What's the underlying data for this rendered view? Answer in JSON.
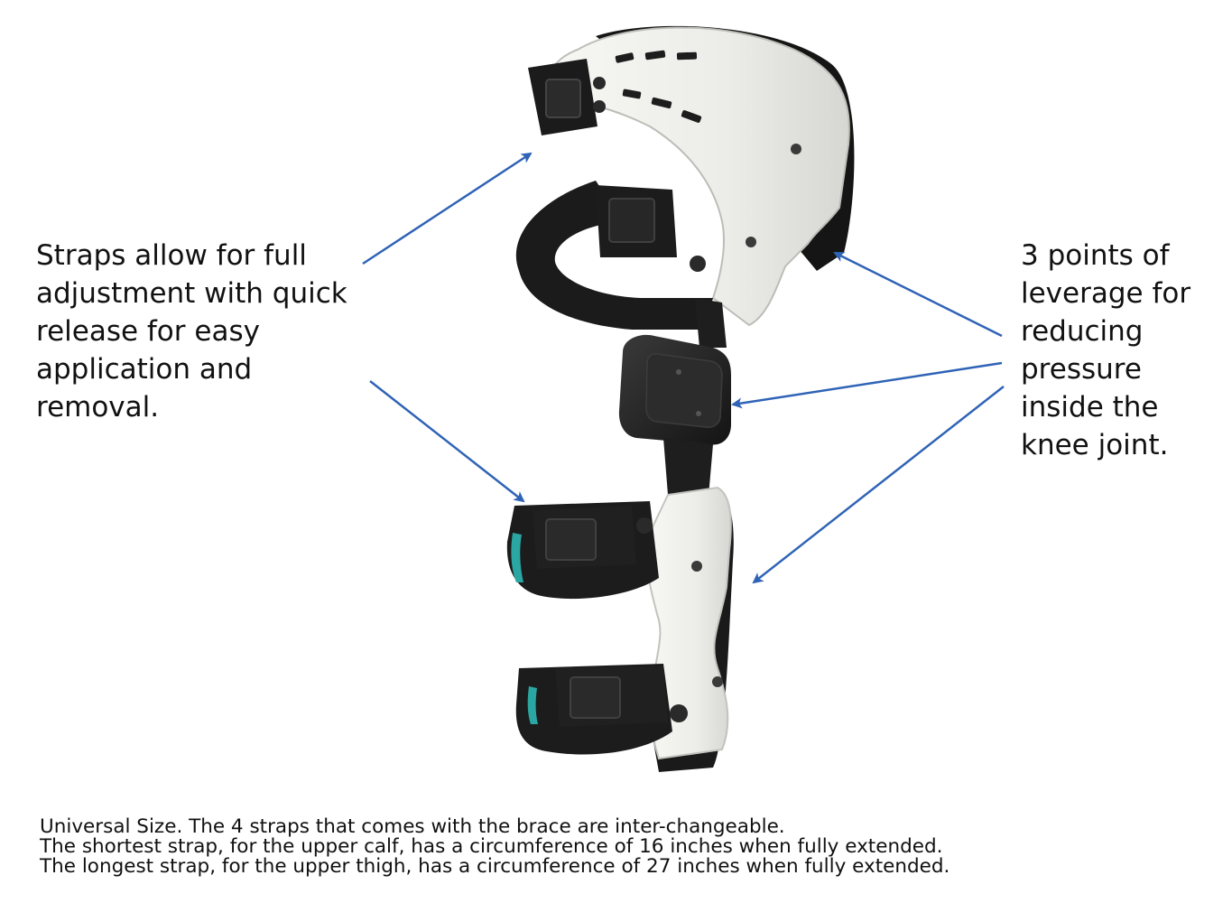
{
  "colors": {
    "arrow": "#2f63b6",
    "shell": "#eeeeea",
    "strap": "#1c1c1c",
    "accent": "#2aa7a3"
  },
  "illustration": {
    "subject": "knee-brace-product-photo"
  },
  "callouts": {
    "left": {
      "lines": [
        "Straps allow for full",
        "adjustment with quick",
        "release for easy",
        "application and",
        "removal."
      ]
    },
    "right": {
      "lines": [
        "3 points of",
        "leverage for",
        "reducing",
        "pressure",
        "inside the",
        "knee joint."
      ]
    }
  },
  "size_note": {
    "lines": [
      "Universal Size. The 4 straps that comes with the brace are inter-changeable.",
      "The shortest strap, for the upper calf, has a circumference of 16 inches when fully extended.",
      "The longest strap, for the upper thigh, has a circumference of 27 inches when fully extended."
    ]
  }
}
